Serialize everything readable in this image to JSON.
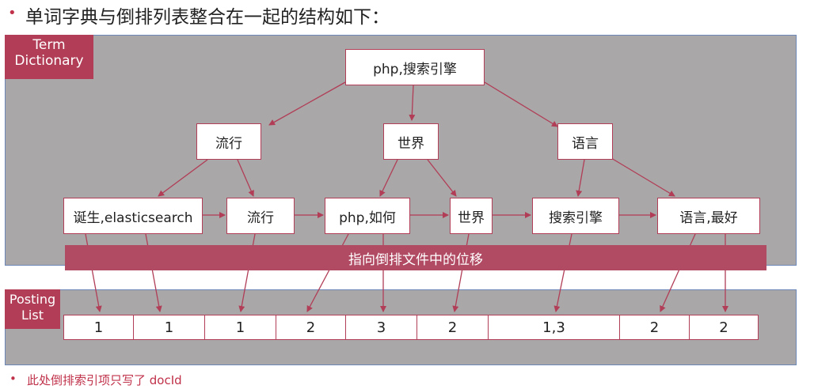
{
  "heading": {
    "bullet": "•",
    "text": "单词字典与倒排列表整合在一起的结构如下："
  },
  "labels": {
    "term_dictionary": "Term Dictionary",
    "posting_list": "Posting List"
  },
  "tree": {
    "root": "php,搜索引擎",
    "level2": [
      "流行",
      "世界",
      "语言"
    ],
    "leaves": [
      "诞生,elasticsearch",
      "流行",
      "php,如何",
      "世界",
      "搜索引擎",
      "语言,最好"
    ]
  },
  "band_text": "指向倒排文件中的位移",
  "postings": [
    "1",
    "1",
    "1",
    "2",
    "3",
    "2",
    "1,3",
    "2",
    "2"
  ],
  "footnote": {
    "bullet": "•",
    "text": "此处倒排索引项只写了 docId"
  },
  "colors": {
    "accent": "#b13d57",
    "panel": "#a9a7a7",
    "band": "#b14a63",
    "panel_border": "#6d86b8"
  }
}
